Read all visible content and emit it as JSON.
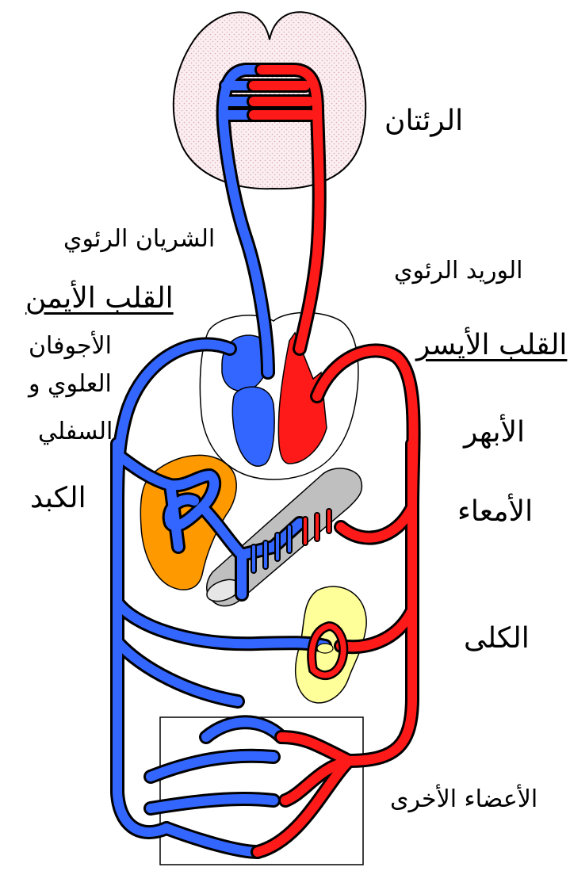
{
  "labels": {
    "lungs": "الرئتان",
    "pulmonary_artery": "الشريان الرئوي",
    "pulmonary_vein": "الوريد الرئوي",
    "right_heart": "القلب الأيمن",
    "left_heart": "القلب الأيسر",
    "vena_cava_line1": "الأجوفان",
    "vena_cava_line2": "العلوي و",
    "vena_cava_line3": "السفلي",
    "aorta": "الأبهر",
    "liver": "الكبد",
    "intestines": "الأمعاء",
    "kidneys": "الكلى",
    "other_organs": "الأعضاء الأخرى"
  },
  "colors": {
    "deoxygenated_blood": "#3366ff",
    "oxygenated_blood": "#ff1a1a",
    "liver": "#ff9900",
    "kidney": "#ffff99",
    "intestine": "#bfbfbf",
    "lungs": "#f7e6ea",
    "outline": "#000000"
  }
}
